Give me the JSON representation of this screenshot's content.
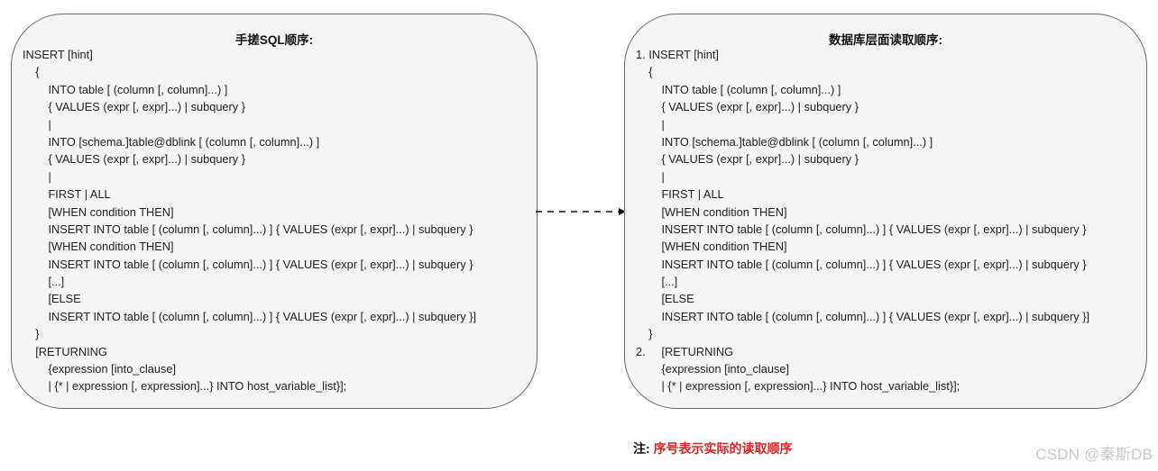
{
  "left_box": {
    "title": "手搓SQL顺序:",
    "lines": [
      "INSERT [hint]",
      "    {",
      "        INTO table [ (column [, column]...) ]",
      "        { VALUES (expr [, expr]...) | subquery }",
      "        |",
      "        INTO [schema.]table@dblink [ (column [, column]...) ]",
      "        { VALUES (expr [, expr]...) | subquery }",
      "        |",
      "        FIRST | ALL",
      "        [WHEN condition THEN]",
      "        INSERT INTO table [ (column [, column]...) ] { VALUES (expr [, expr]...) | subquery }",
      "        [WHEN condition THEN]",
      "        INSERT INTO table [ (column [, column]...) ] { VALUES (expr [, expr]...) | subquery }",
      "        [...]",
      "        [ELSE",
      "        INSERT INTO table [ (column [, column]...) ] { VALUES (expr [, expr]...) | subquery }]",
      "    }",
      "    [RETURNING",
      "        {expression [into_clause]",
      "        | {* | expression [, expression]...} INTO host_variable_list}];"
    ]
  },
  "right_box": {
    "title": "数据库层面读取顺序:",
    "lines": [
      "1. INSERT [hint]",
      "    {",
      "        INTO table [ (column [, column]...) ]",
      "        { VALUES (expr [, expr]...) | subquery }",
      "        |",
      "        INTO [schema.]table@dblink [ (column [, column]...) ]",
      "        { VALUES (expr [, expr]...) | subquery }",
      "        |",
      "        FIRST | ALL",
      "        [WHEN condition THEN]",
      "        INSERT INTO table [ (column [, column]...) ] { VALUES (expr [, expr]...) | subquery }",
      "        [WHEN condition THEN]",
      "        INSERT INTO table [ (column [, column]...) ] { VALUES (expr [, expr]...) | subquery }",
      "        [...]",
      "        [ELSE",
      "        INSERT INTO table [ (column [, column]...) ] { VALUES (expr [, expr]...) | subquery }]",
      "    }",
      "2.     [RETURNING",
      "        {expression [into_clause]",
      "        | {* | expression [, expression]...} INTO host_variable_list}];"
    ]
  },
  "note": {
    "label": "注:",
    "text": "序号表示实际的读取顺序"
  },
  "watermark": "CSDN @秦斯DB",
  "colors": {
    "box_fill": "#f5f5f5",
    "box_border": "#6b6b6b",
    "note_text": "#e02020",
    "arrow": "#111111"
  }
}
